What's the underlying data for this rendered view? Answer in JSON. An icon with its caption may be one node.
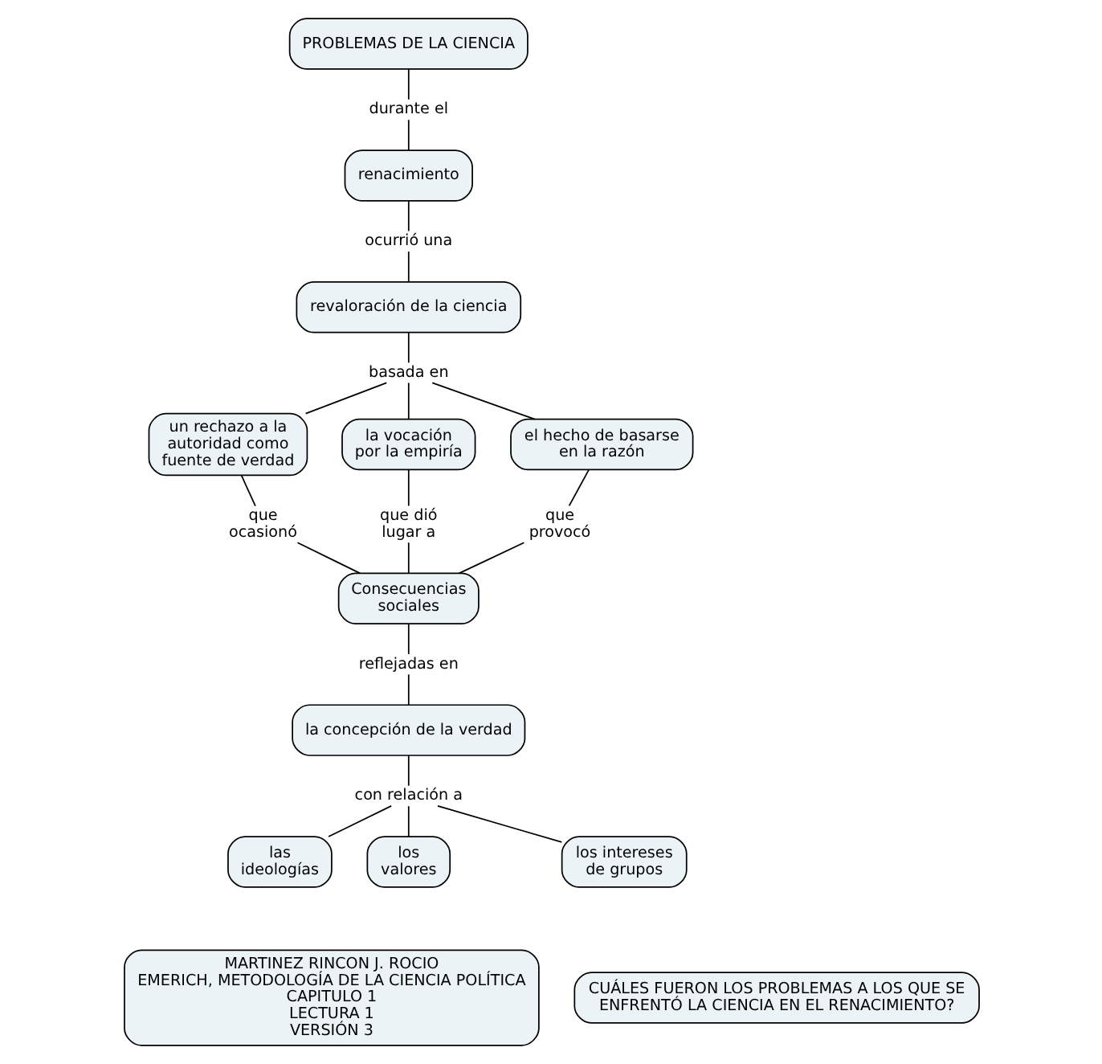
{
  "diagram": {
    "nodes": [
      {
        "text": [
          "PROBLEMAS DE LA CIENCIA"
        ]
      },
      {
        "text": [
          "durante el"
        ]
      },
      {
        "text": [
          "renacimiento"
        ]
      },
      {
        "text": [
          "ocurrió una"
        ]
      },
      {
        "text": [
          "revaloración de la ciencia"
        ]
      },
      {
        "text": [
          "basada en"
        ]
      },
      {
        "text": [
          "un rechazo a la autoridad como fuente de verdad"
        ]
      },
      {
        "text": [
          "la vocación por la empiría"
        ]
      },
      {
        "text": [
          "el hecho de basarse en la razón"
        ]
      },
      {
        "text": [
          "que ocasionó"
        ]
      },
      {
        "text": [
          "que dió lugar a"
        ]
      },
      {
        "text": [
          "que provocó"
        ]
      },
      {
        "text": [
          "Consecuencias sociales"
        ]
      },
      {
        "text": [
          "reflejadas en"
        ]
      },
      {
        "text": [
          "la concepción de la verdad"
        ]
      },
      {
        "text": [
          "con relación a"
        ]
      },
      {
        "text": [
          "las ideologías"
        ]
      },
      {
        "text": [
          "los valores"
        ]
      },
      {
        "text": [
          "los intereses de grupos"
        ]
      },
      {
        "text": [
          "MARTINEZ RINCON J. ROCIO",
          "EMERICH, METODOLOGÍA DE LA CIENCIA POLÍTICA",
          "CAPITULO 1",
          "LECTURA 1",
          "VERSIÓN 3"
        ]
      },
      {
        "text": [
          "CUÁLES FUERON LOS PROBLEMAS A LOS QUE SE ENFRENTÓ LA CIENCIA EN EL RENACIMIENTO?"
        ]
      }
    ],
    "edges": [
      {
        "from": 0,
        "to": 1,
        "arrow": "none"
      },
      {
        "from": 1,
        "to": 2,
        "arrow": "none"
      },
      {
        "from": 2,
        "to": 3,
        "arrow": "none"
      },
      {
        "from": 3,
        "to": 4,
        "arrow": "none"
      },
      {
        "from": 4,
        "to": 5,
        "arrow": "none"
      },
      {
        "from": 5,
        "to": 6,
        "arrow": "none"
      },
      {
        "from": 5,
        "to": 7,
        "arrow": "none"
      },
      {
        "from": 5,
        "to": 8,
        "arrow": "none"
      },
      {
        "from": 6,
        "to": 9,
        "arrow": "none"
      },
      {
        "from": 7,
        "to": 10,
        "arrow": "none"
      },
      {
        "from": 8,
        "to": 11,
        "arrow": "none"
      },
      {
        "from": 9,
        "to": 12,
        "arrow": "none"
      },
      {
        "from": 10,
        "to": 12,
        "arrow": "none"
      },
      {
        "from": 11,
        "to": 12,
        "arrow": "none"
      },
      {
        "from": 12,
        "to": 13,
        "arrow": "none"
      },
      {
        "from": 13,
        "to": 14,
        "arrow": "none"
      },
      {
        "from": 14,
        "to": 15,
        "arrow": "none"
      },
      {
        "from": 15,
        "to": 16,
        "arrow": "none"
      },
      {
        "from": 15,
        "to": 17,
        "arrow": "none"
      },
      {
        "from": 15,
        "to": 18,
        "arrow": "none"
      }
    ]
  }
}
